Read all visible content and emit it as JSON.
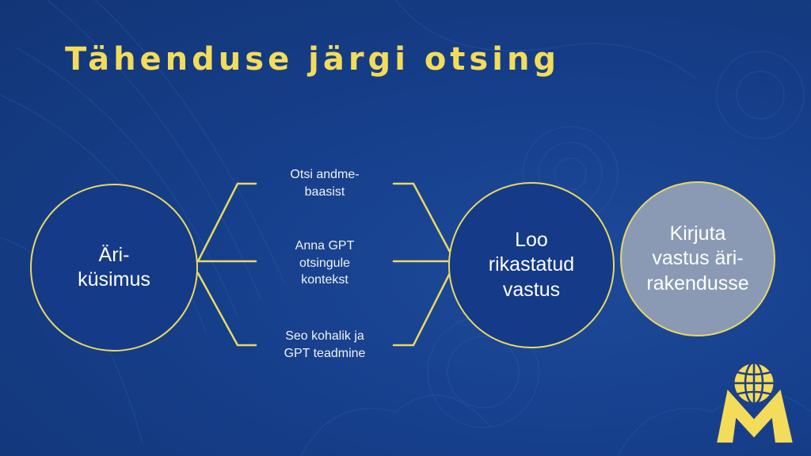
{
  "slide": {
    "title": "Tähenduse järgi otsing",
    "start_node": "Äri-\nküsimus",
    "steps": [
      "Otsi andme-\nbaasist",
      "Anna GPT\notsingule\nkontekst",
      "Seo kohalik ja\nGPT teadmine"
    ],
    "result_node": "Loo\nrikastatud\nvastus",
    "output_node": "Kirjuta\nvastus äri-\nrakendusse"
  },
  "colors": {
    "background": "#163f8b",
    "accent": "#f3dc5a",
    "node_fill": "#143a88",
    "output_fill": "#8a9ab4",
    "text": "#ffffff"
  },
  "logo": {
    "icon": "globe-m-logo-icon"
  }
}
